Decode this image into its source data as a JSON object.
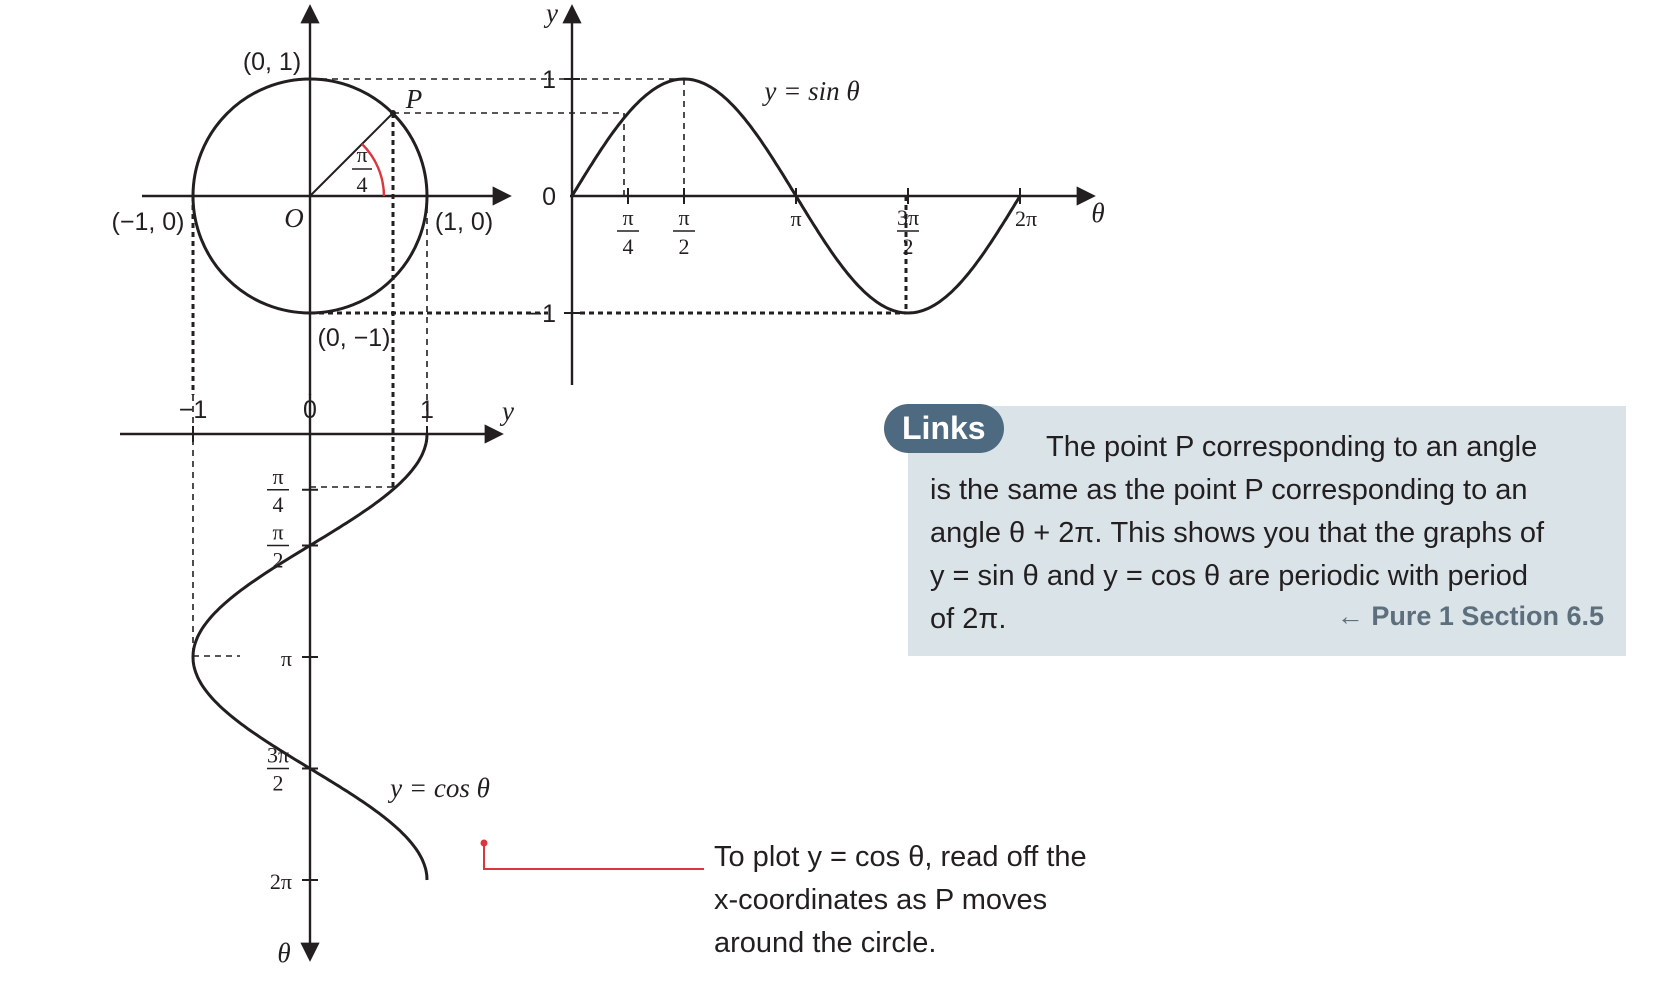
{
  "circle": {
    "point_top": "(0, 1)",
    "point_left": "(−1, 0)",
    "point_right": "(1, 0)",
    "point_bottom": "(0, −1)",
    "origin": "O",
    "point_p": "P",
    "angle_num": "π",
    "angle_den": "4"
  },
  "sine_graph": {
    "y_axis_label": "y",
    "x_axis_label": "θ",
    "y_tick_pos": "1",
    "y_tick_zero": "0",
    "y_tick_neg": "−1",
    "x_ticks": [
      {
        "num": "π",
        "den": "4"
      },
      {
        "num": "π",
        "den": "2"
      },
      {
        "single": "π"
      },
      {
        "num": "3π",
        "den": "2"
      },
      {
        "single": "2π"
      }
    ],
    "curve_label": "y = sin θ"
  },
  "cosine_graph": {
    "h_axis_label": "y",
    "v_axis_label": "θ",
    "h_ticks": [
      "−1",
      "0",
      "1"
    ],
    "v_ticks": [
      {
        "num": "π",
        "den": "4"
      },
      {
        "num": "π",
        "den": "2"
      },
      {
        "single": "π"
      },
      {
        "num": "3π",
        "den": "2"
      },
      {
        "single": "2π"
      }
    ],
    "curve_label": "y = cos θ"
  },
  "links": {
    "badge": "Links",
    "line1": "The point P corresponding to an angle",
    "line2": "is the same as the point P corresponding to an",
    "line3": "angle θ + 2π. This shows you that the graphs of",
    "line4": "y = sin θ and y = cos θ are periodic with period",
    "line5": "of 2π.",
    "reference": "← Pure 1 Section 6.5"
  },
  "note": {
    "line1": "To plot y = cos θ, read off the",
    "line2": "x-coordinates as P moves",
    "line3": "around the circle."
  },
  "colors": {
    "curve": "#231f20",
    "angle_arc": "#d9363e",
    "pointer": "#d9363e",
    "links_bg": "#d9e3e8",
    "links_badge": "#4e6a80",
    "links_ref": "#5d6f7d"
  }
}
